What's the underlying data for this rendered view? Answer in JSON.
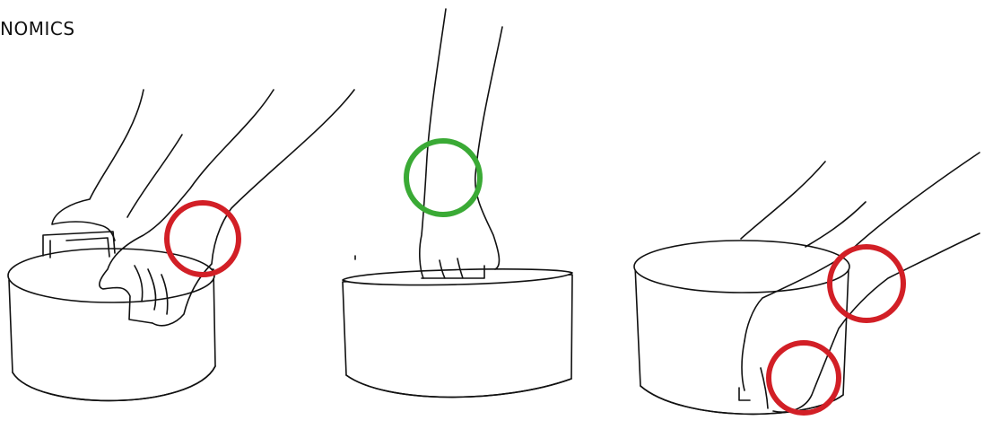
{
  "title": "NOMICS",
  "colors": {
    "line": "#111111",
    "bad_posture": "#d21f26",
    "good_posture": "#3aaa35",
    "background": "#ffffff"
  },
  "figures": [
    {
      "id": "left",
      "marker_color": "bad_posture",
      "marker_count": 1
    },
    {
      "id": "center",
      "marker_color": "good_posture",
      "marker_count": 1
    },
    {
      "id": "right",
      "marker_color": "bad_posture",
      "marker_count": 2
    }
  ]
}
